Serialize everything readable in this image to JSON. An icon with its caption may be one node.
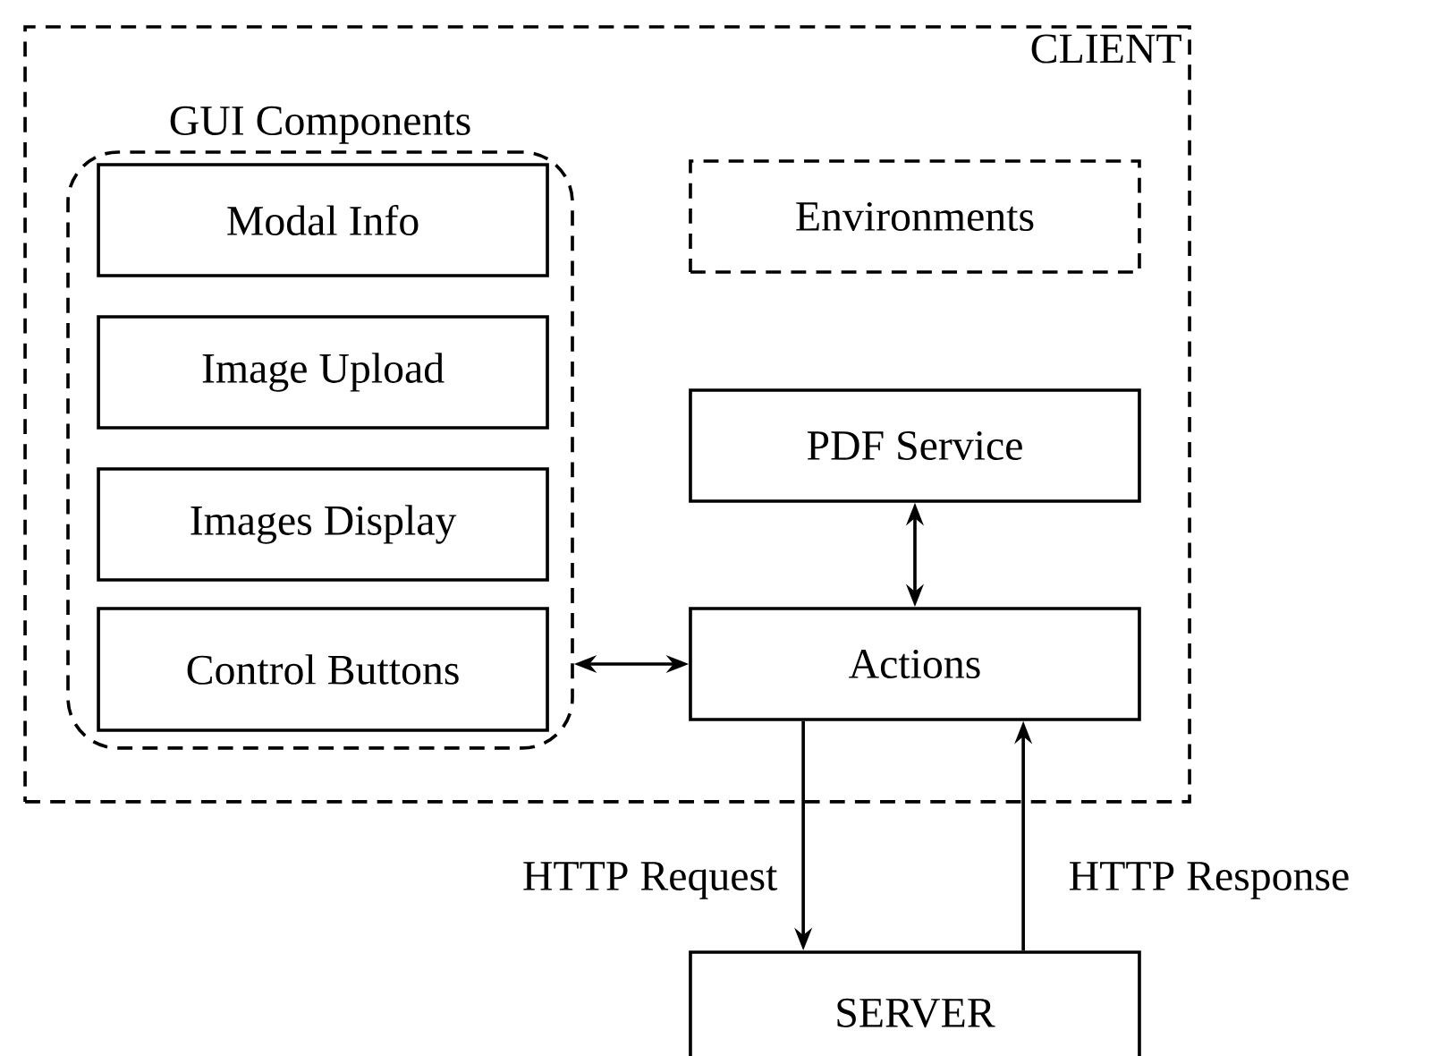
{
  "diagram": {
    "nodes": [
      {
        "text": [
          "CLIENT"
        ]
      },
      {
        "text": [
          "GUI Components"
        ],
        "in": 0
      },
      {
        "text": [
          "Modal Info"
        ],
        "in": 1
      },
      {
        "text": [
          "Image Upload"
        ],
        "in": 1
      },
      {
        "text": [
          "Images Display"
        ],
        "in": 1
      },
      {
        "text": [
          "Control Buttons"
        ],
        "in": 1
      },
      {
        "text": [
          "Environments"
        ],
        "in": 0
      },
      {
        "text": [
          "PDF Service"
        ],
        "in": 0
      },
      {
        "text": [
          "Actions"
        ],
        "in": 0
      },
      {
        "text": [
          "SERVER"
        ]
      }
    ],
    "edges": [
      {
        "from": 1,
        "to": 8,
        "arrow": "both"
      },
      {
        "from": 7,
        "to": 8,
        "arrow": "both"
      },
      {
        "from": 8,
        "to": 9,
        "arrow": "to",
        "label": "HTTP Request"
      },
      {
        "from": 9,
        "to": 8,
        "arrow": "to",
        "label": "HTTP Response"
      }
    ]
  }
}
